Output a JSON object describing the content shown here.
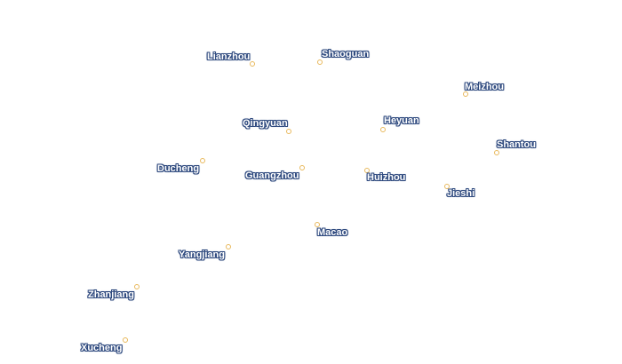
{
  "colors": {
    "point_stroke": "#e8b85b",
    "label_fill": "#ffffff",
    "label_outline": "#2f4a7f",
    "background": "#ffffff"
  },
  "cities": [
    {
      "name": "Lianzhou"
    },
    {
      "name": "Shaoguan"
    },
    {
      "name": "Meizhou"
    },
    {
      "name": "Qingyuan"
    },
    {
      "name": "Heyuan"
    },
    {
      "name": "Shantou"
    },
    {
      "name": "Ducheng"
    },
    {
      "name": "Guangzhou"
    },
    {
      "name": "Huizhou"
    },
    {
      "name": "Jieshi"
    },
    {
      "name": "Macao"
    },
    {
      "name": "Yangjiang"
    },
    {
      "name": "Zhanjiang"
    },
    {
      "name": "Xucheng"
    }
  ]
}
